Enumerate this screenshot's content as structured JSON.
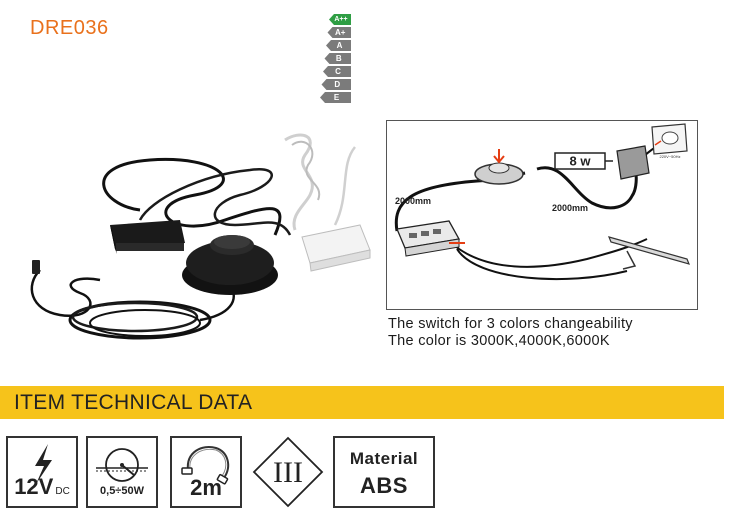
{
  "product_code": "DRE036",
  "energy_label": {
    "classes": [
      "A++",
      "A+",
      "A",
      "B",
      "C",
      "D",
      "E"
    ],
    "highlighted": "A++",
    "highlight_color": "#2f9e44",
    "bar_color": "#7b7b7b"
  },
  "diagram": {
    "cable_left": "2000mm",
    "cable_right": "2000mm",
    "power": "8 w",
    "plug_text": "220V~50Hz"
  },
  "description": {
    "line1": "The switch for 3 colors changeability",
    "line2": "The color is 3000K,4000K,6000K"
  },
  "tech_section": {
    "title": "ITEM TECHNICAL DATA",
    "color": "#f6c31b"
  },
  "specs": {
    "voltage": "12V",
    "voltage_unit": "DC",
    "power_range": "0,5÷50W",
    "cable_length": "2m",
    "insulation_class": "III",
    "material_label": "Material",
    "material_value": "ABS"
  }
}
